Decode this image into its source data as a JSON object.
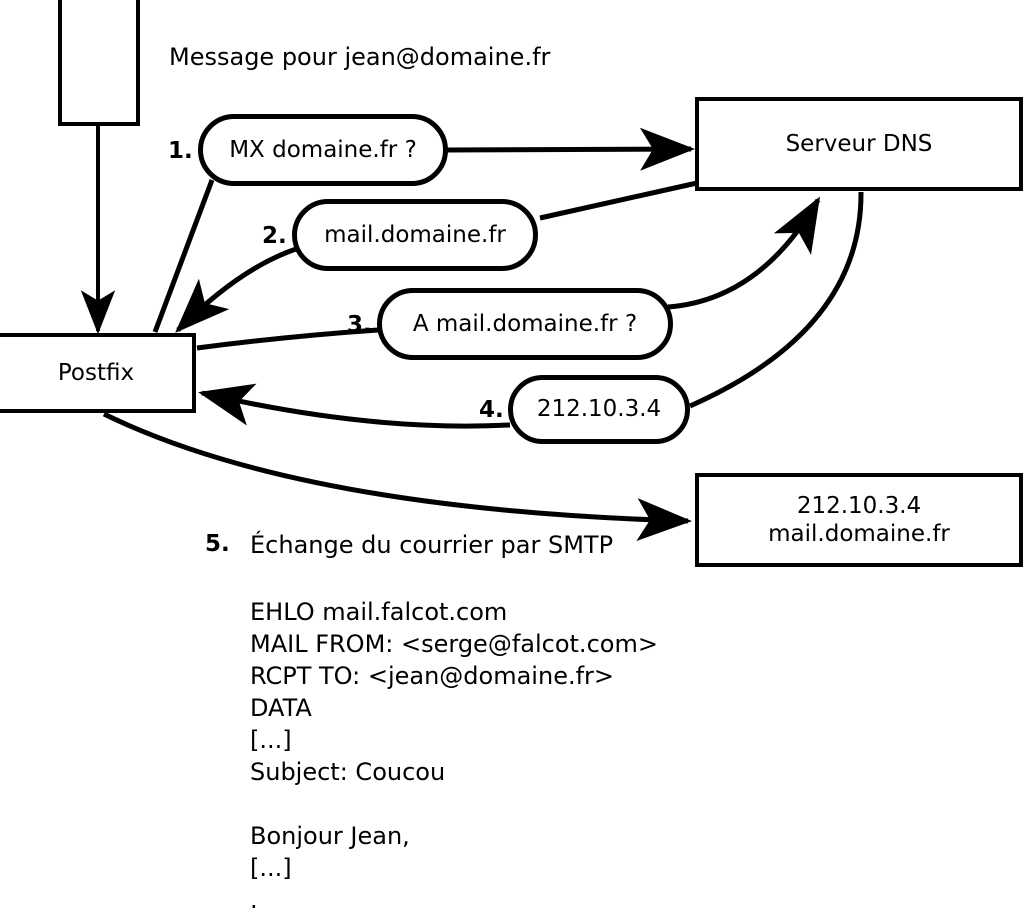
{
  "diagram": {
    "title_note": "Message pour jean@domaine.fr",
    "nodes": {
      "client": {
        "label": ""
      },
      "postfix": {
        "label": "Postfix"
      },
      "dns": {
        "label": "Serveur DNS"
      },
      "target": {
        "label": "212.10.3.4\nmail.domaine.fr"
      }
    },
    "steps": [
      {
        "number": "1.",
        "label": "MX domaine.fr ?"
      },
      {
        "number": "2.",
        "label": "mail.domaine.fr"
      },
      {
        "number": "3.",
        "label": "A mail.domaine.fr ?"
      },
      {
        "number": "4.",
        "label": "212.10.3.4"
      },
      {
        "number": "5.",
        "label": "Échange du courrier par SMTP"
      }
    ],
    "smtp_transcript": "EHLO mail.falcot.com\nMAIL FROM: <serge@falcot.com>\nRCPT TO: <jean@domaine.fr>\nDATA\n[...]\nSubject: Coucou\n\nBonjour Jean,\n[...]\n.",
    "colors": {
      "stroke": "#000000",
      "fill": "#ffffff",
      "text": "#000000"
    }
  }
}
